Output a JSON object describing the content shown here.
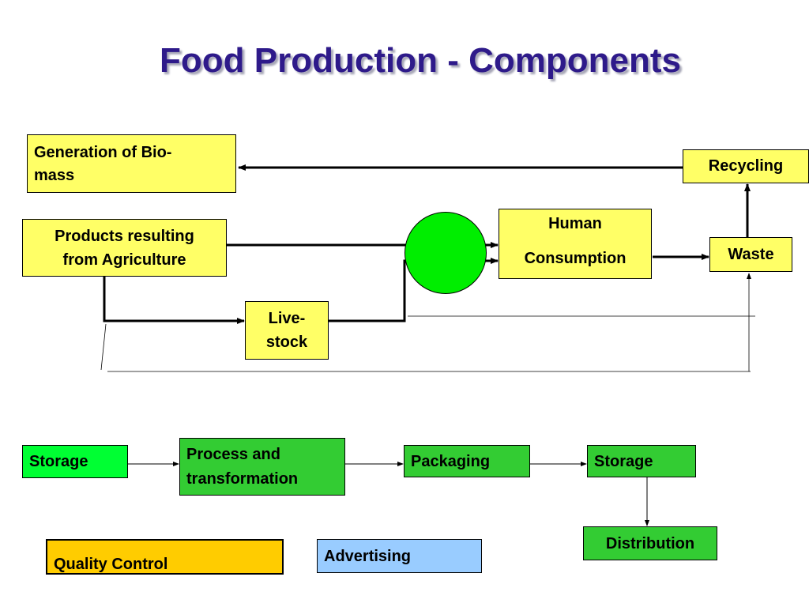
{
  "title": "Food Production - Components",
  "boxes": {
    "biomass": {
      "line1": "Generation of Bio-",
      "line2": "mass"
    },
    "recycling": "Recycling",
    "agriculture": {
      "line1": "Products resulting",
      "line2": "from Agriculture"
    },
    "human": {
      "line1": "Human",
      "line2": "Consumption"
    },
    "waste": "Waste",
    "livestock": {
      "line1": "Live-",
      "line2": "stock"
    },
    "storage1": "Storage",
    "process": {
      "line1": "Process and",
      "line2": "transformation"
    },
    "packaging": "Packaging",
    "storage2": "Storage",
    "distribution": "Distribution",
    "quality": "Quality Control",
    "advertising": "Advertising"
  },
  "colors": {
    "title": "#2e1a8a",
    "yellow_box": "#ffff66",
    "bright_green_box": "#00ff33",
    "green_box": "#33cc33",
    "circle": "#00ee00",
    "quality_box": "#ffcc00",
    "advertising_box": "#99ccff"
  }
}
